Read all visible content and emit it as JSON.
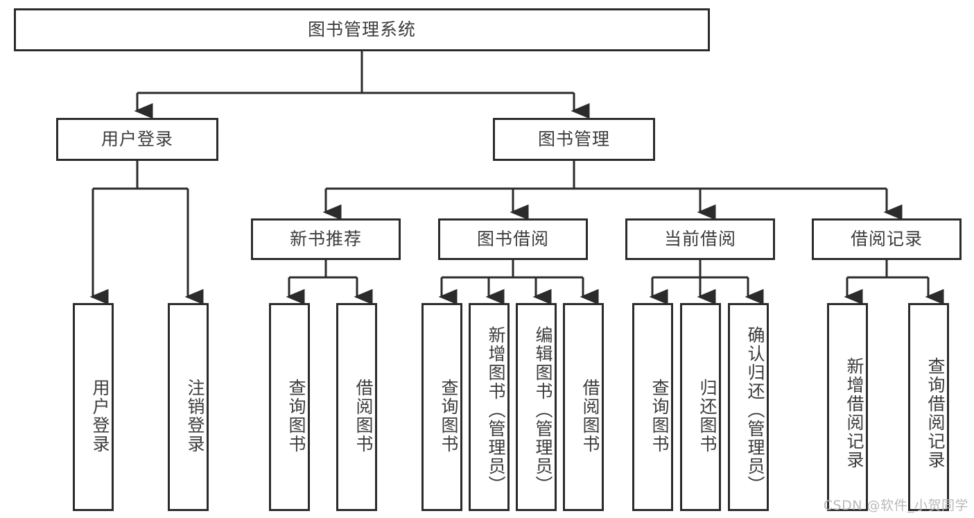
{
  "diagram": {
    "title": "图书管理系统",
    "type": "tree-hierarchy",
    "root": {
      "label": "图书管理系统"
    },
    "level1": [
      {
        "label": "用户登录"
      },
      {
        "label": "图书管理"
      }
    ],
    "level2": [
      {
        "label": "新书推荐"
      },
      {
        "label": "图书借阅"
      },
      {
        "label": "当前借阅"
      },
      {
        "label": "借阅记录"
      }
    ],
    "leaves": {
      "user_login": [
        {
          "label": "用户登录"
        },
        {
          "label": "注销登录"
        }
      ],
      "new_book_recommend": [
        {
          "label": "查询图书"
        },
        {
          "label": "借阅图书"
        }
      ],
      "book_borrow": [
        {
          "label": "查询图书"
        },
        {
          "label": "新增图书（管理员）"
        },
        {
          "label": "编辑图书（管理员）"
        },
        {
          "label": "借阅图书"
        }
      ],
      "current_borrow": [
        {
          "label": "查询图书"
        },
        {
          "label": "归还图书"
        },
        {
          "label": "确认归还（管理员）"
        }
      ],
      "borrow_record": [
        {
          "label": "新增借阅记录"
        },
        {
          "label": "查询借阅记录"
        }
      ]
    }
  },
  "watermark": {
    "text": "CSDN @软件_小贺同学"
  },
  "colors": {
    "border": "#2b2b2b",
    "text": "#3c3c3c",
    "background": "#ffffff",
    "watermark": "#b9b9b9"
  }
}
